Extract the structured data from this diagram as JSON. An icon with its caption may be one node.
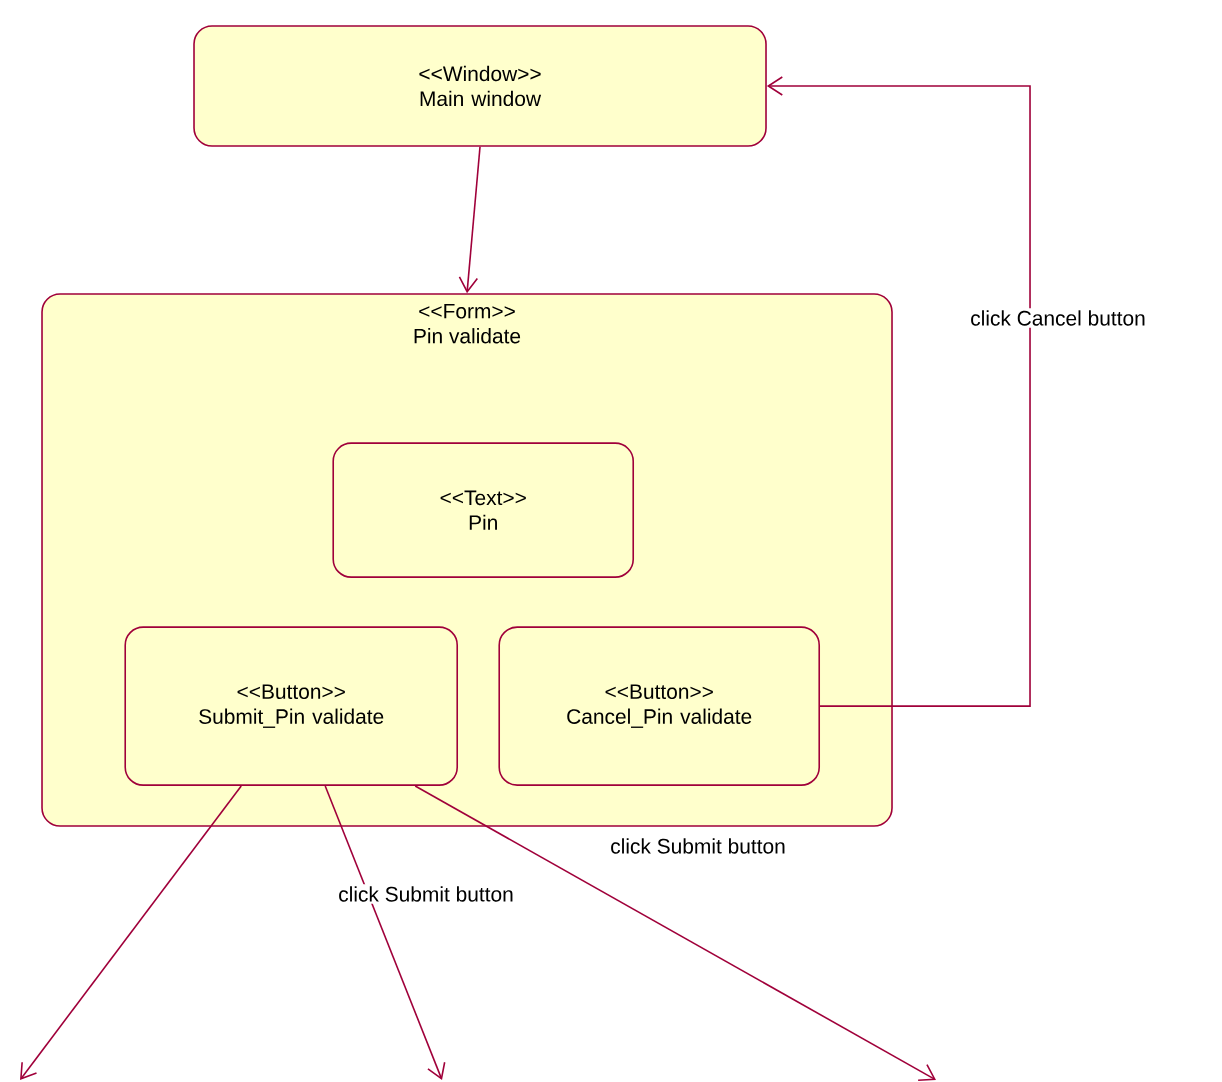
{
  "diagram": {
    "nodes": [
      {
        "text": [
          "<<Window>>",
          "Main window"
        ]
      },
      {
        "text": [
          "<<Form>>",
          "Pin validate"
        ]
      },
      {
        "text": [
          "<<Text>>",
          "Pin"
        ],
        "in": 1
      },
      {
        "text": [
          "<<Button>>",
          "Submit_Pin validate"
        ],
        "in": 1
      },
      {
        "text": [
          "<<Button>>",
          "Cancel_Pin validate"
        ],
        "in": 1
      }
    ],
    "edges": [
      {
        "from": 0,
        "to": 1,
        "arrow": "to"
      },
      {
        "from": 4,
        "to": 0,
        "arrow": "to",
        "label": "click Cancel button"
      },
      {
        "from": 3,
        "to": null,
        "arrow": "to"
      },
      {
        "from": 3,
        "to": null,
        "arrow": "to",
        "label": "click Submit button"
      },
      {
        "from": 3,
        "to": null,
        "arrow": "to",
        "label": "click Submit button"
      }
    ]
  }
}
